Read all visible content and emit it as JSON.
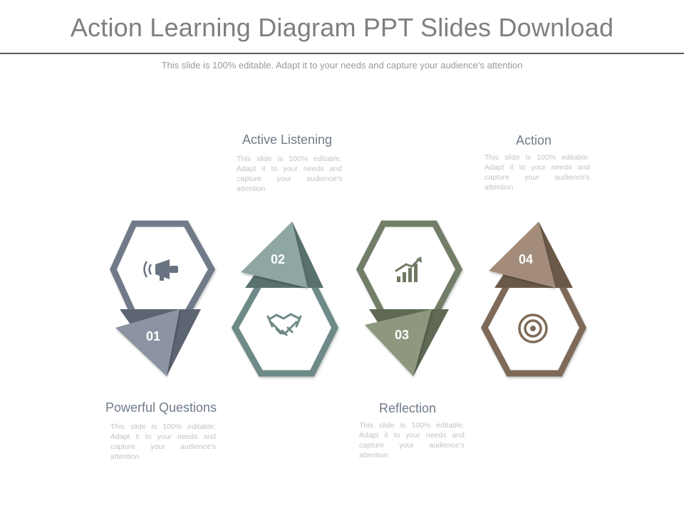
{
  "title": "Action Learning Diagram PPT Slides Download",
  "subtitle": "This slide is 100% editable. Adapt it to your needs and capture your audience's attention",
  "colors": {
    "step1": "#717a89",
    "step2": "#6e8a88",
    "step3": "#737e67",
    "step4": "#7e6a58"
  },
  "steps": [
    {
      "number": "01",
      "heading": "Powerful Questions",
      "text": "This slide is 100% editable. Adapt it to your needs and capture your audience's attention",
      "icon": "megaphone-icon"
    },
    {
      "number": "02",
      "heading": "Active Listening",
      "text": "This slide is 100% editable. Adapt it to your needs and capture your audience's attention",
      "icon": "handshake-icon"
    },
    {
      "number": "03",
      "heading": "Reflection",
      "text": "This slide is 100% editable. Adapt it to your needs and capture your audience's attention",
      "icon": "growth-chart-icon"
    },
    {
      "number": "04",
      "heading": "Action",
      "text": "This slide is 100% editable. Adapt it to your needs and capture your audience's attention",
      "icon": "target-icon"
    }
  ]
}
